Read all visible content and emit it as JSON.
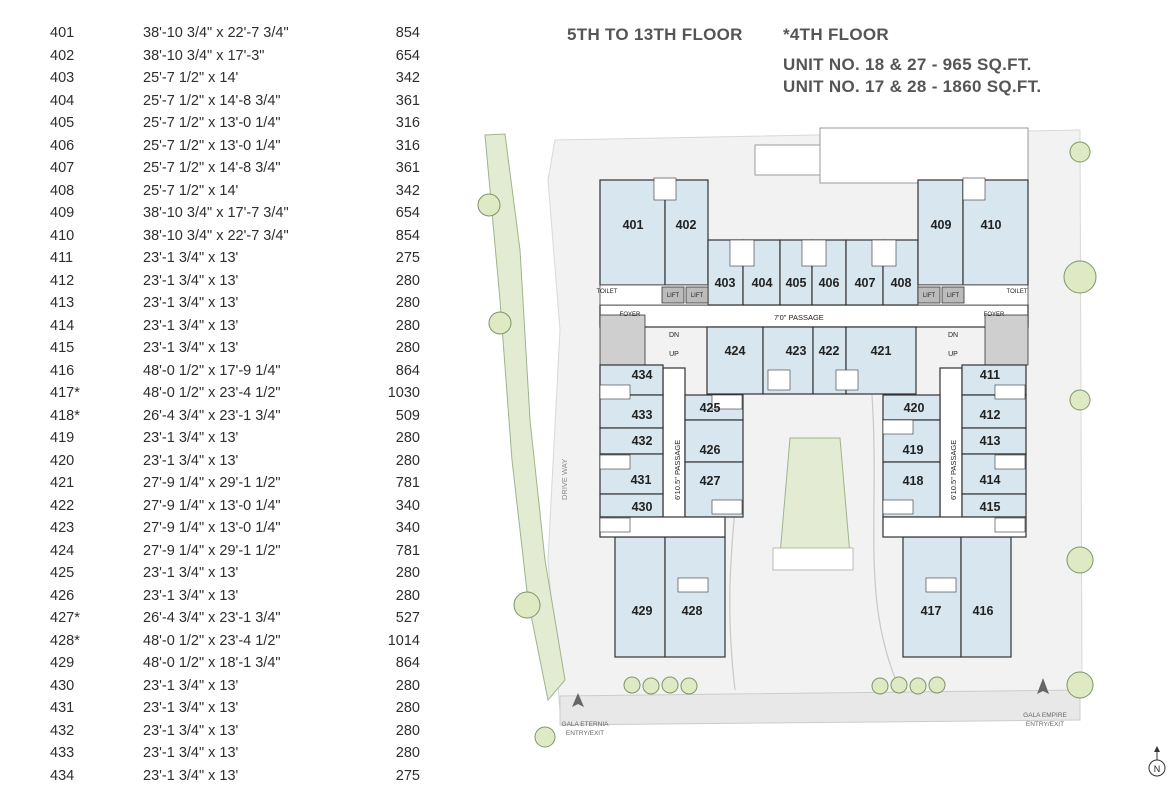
{
  "units": [
    {
      "unit": "401",
      "size": "38'-10 3/4\" x 22'-7 3/4\"",
      "area": "854"
    },
    {
      "unit": "402",
      "size": "38'-10 3/4\" x 17'-3\"",
      "area": "654"
    },
    {
      "unit": "403",
      "size": "25'-7 1/2\" x 14'",
      "area": "342"
    },
    {
      "unit": "404",
      "size": "25'-7 1/2\" x 14'-8 3/4\"",
      "area": "361"
    },
    {
      "unit": "405",
      "size": "25'-7 1/2\" x 13'-0 1/4\"",
      "area": "316"
    },
    {
      "unit": "406",
      "size": "25'-7 1/2\" x 13'-0 1/4\"",
      "area": "316"
    },
    {
      "unit": "407",
      "size": "25'-7 1/2\" x 14'-8 3/4\"",
      "area": "361"
    },
    {
      "unit": "408",
      "size": "25'-7 1/2\" x 14'",
      "area": "342"
    },
    {
      "unit": "409",
      "size": "38'-10 3/4\" x 17'-7 3/4\"",
      "area": "654"
    },
    {
      "unit": "410",
      "size": "38'-10 3/4\" x 22'-7 3/4\"",
      "area": "854"
    },
    {
      "unit": "411",
      "size": "23'-1 3/4\" x 13'",
      "area": "275"
    },
    {
      "unit": "412",
      "size": "23'-1 3/4\" x 13'",
      "area": "280"
    },
    {
      "unit": "413",
      "size": "23'-1 3/4\" x 13'",
      "area": "280"
    },
    {
      "unit": "414",
      "size": "23'-1 3/4\" x 13'",
      "area": "280"
    },
    {
      "unit": "415",
      "size": "23'-1 3/4\" x 13'",
      "area": "280"
    },
    {
      "unit": "416",
      "size": "48'-0 1/2\" x 17'-9 1/4\"",
      "area": "864"
    },
    {
      "unit": "417*",
      "size": "48'-0 1/2\" x 23'-4 1/2\"",
      "area": "1030"
    },
    {
      "unit": "418*",
      "size": "26'-4 3/4\" x 23'-1 3/4\"",
      "area": "509"
    },
    {
      "unit": "419",
      "size": "23'-1 3/4\" x 13'",
      "area": "280"
    },
    {
      "unit": "420",
      "size": "23'-1 3/4\" x 13'",
      "area": "280"
    },
    {
      "unit": "421",
      "size": "27'-9 1/4\" x 29'-1 1/2\"",
      "area": "781"
    },
    {
      "unit": "422",
      "size": "27'-9 1/4\" x 13'-0 1/4\"",
      "area": "340"
    },
    {
      "unit": "423",
      "size": "27'-9 1/4\" x 13'-0 1/4\"",
      "area": "340"
    },
    {
      "unit": "424",
      "size": "27'-9 1/4\" x 29'-1 1/2\"",
      "area": "781"
    },
    {
      "unit": "425",
      "size": "23'-1 3/4\" x 13'",
      "area": "280"
    },
    {
      "unit": "426",
      "size": "23'-1 3/4\" x 13'",
      "area": "280"
    },
    {
      "unit": "427*",
      "size": "26'-4 3/4\" x 23'-1 3/4\"",
      "area": "527"
    },
    {
      "unit": "428*",
      "size": "48'-0 1/2\" x 23'-4 1/2\"",
      "area": "1014"
    },
    {
      "unit": "429",
      "size": "48'-0 1/2\" x 18'-1 3/4\"",
      "area": "864"
    },
    {
      "unit": "430",
      "size": "23'-1 3/4\" x 13'",
      "area": "280"
    },
    {
      "unit": "431",
      "size": "23'-1 3/4\" x 13'",
      "area": "280"
    },
    {
      "unit": "432",
      "size": "23'-1 3/4\" x 13'",
      "area": "280"
    },
    {
      "unit": "433",
      "size": "23'-1 3/4\" x 13'",
      "area": "280"
    },
    {
      "unit": "434",
      "size": "23'-1 3/4\" x 13'",
      "area": "275"
    }
  ],
  "headings": {
    "floors": "5TH TO 13TH FLOOR",
    "fourth_floor": "*4TH FLOOR",
    "unit_line_1": "UNIT NO.  18 & 27 - 965 SQ.FT.",
    "unit_line_2": "UNIT NO.  17 & 28 - 1860 SQ.FT."
  },
  "plan": {
    "room_labels": {
      "r401": "401",
      "r402": "402",
      "r403": "403",
      "r404": "404",
      "r405": "405",
      "r406": "406",
      "r407": "407",
      "r408": "408",
      "r409": "409",
      "r410": "410",
      "r411": "411",
      "r412": "412",
      "r413": "413",
      "r414": "414",
      "r415": "415",
      "r416": "416",
      "r417": "417",
      "r418": "418",
      "r419": "419",
      "r420": "420",
      "r421": "421",
      "r422": "422",
      "r423": "423",
      "r424": "424",
      "r425": "425",
      "r426": "426",
      "r427": "427",
      "r428": "428",
      "r429": "429",
      "r430": "430",
      "r431": "431",
      "r432": "432",
      "r433": "433",
      "r434": "434"
    },
    "lift": "LIFT",
    "foyer": "FOYER",
    "stair_dn": "DN",
    "stair_up": "UP",
    "toilet": "TOILET",
    "main_passage": "7'0\" PASSAGE",
    "side_passage": "6'10.5\" PASSAGE",
    "drive_way": "DRIVE WAY",
    "entry_left_1": "GALA ETERNIA",
    "entry_left_2": "ENTRY/EXIT",
    "entry_right_1": "GALA EMPIRE",
    "entry_right_2": "ENTRY/EXIT",
    "north": "N"
  },
  "colors": {
    "unit_fill": "#d7e6ef",
    "green_strip": "#e3ecd3",
    "site_grey": "#f1f1f1",
    "heading_text": "#555555"
  }
}
